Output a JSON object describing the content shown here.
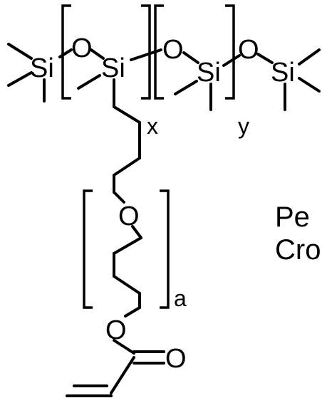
{
  "atoms": {
    "si": "Si",
    "o": "O"
  },
  "subscripts": {
    "x": "x",
    "y": "y",
    "a": "a"
  },
  "side_text": {
    "line1": "Pe",
    "line2": "Cro"
  },
  "colors": {
    "ink": "#000000",
    "background": "#ffffff"
  }
}
